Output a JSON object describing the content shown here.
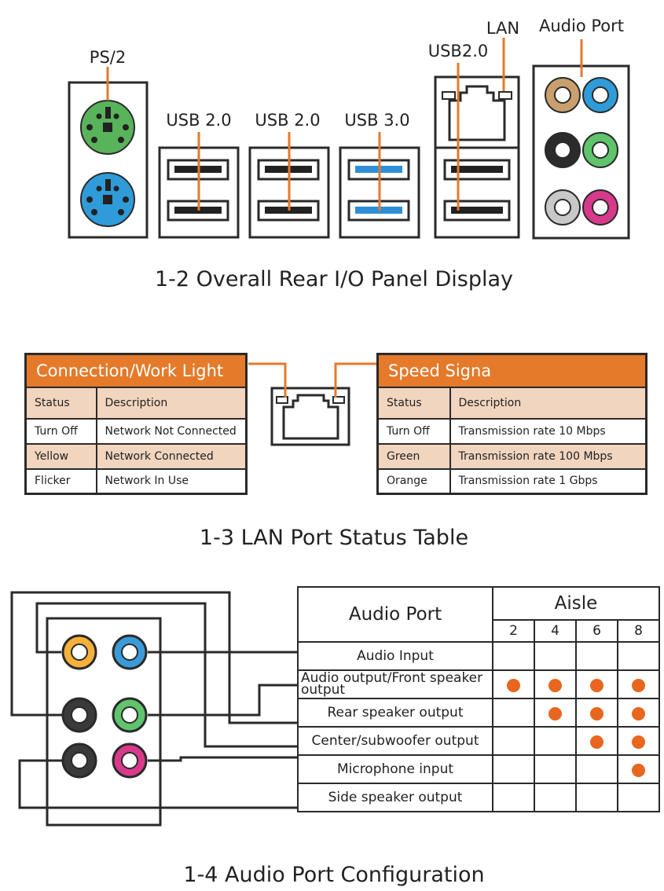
{
  "colors": {
    "accent": "#e47a2a",
    "dot": "#e8661f",
    "shade": "#f1d5bf",
    "usb3": "#2f8fd6"
  },
  "section_rear": {
    "caption": "1-2   Overall Rear I/O Panel Display",
    "labels": {
      "ps2": "PS/2",
      "usb_a": "USB 2.0",
      "usb_b": "USB 2.0",
      "usb_c": "USB 3.0",
      "usb_lan": "USB2.0",
      "lan": "LAN",
      "audio": "Audio Port"
    }
  },
  "section_lan": {
    "caption": "1-3    LAN Port Status Table",
    "link_table": {
      "title": "Connection/Work Light",
      "col_status": "Status",
      "col_desc": "Description",
      "rows": [
        {
          "status": "Turn Off",
          "desc": "Network Not Connected"
        },
        {
          "status": "Yellow",
          "desc": "Network Connected"
        },
        {
          "status": "Flicker",
          "desc": "Network In Use"
        }
      ]
    },
    "speed_table": {
      "title": "Speed Signa",
      "col_status": "Status",
      "col_desc": "Description",
      "rows": [
        {
          "status": "Turn Off",
          "desc": "Transmission rate  10 Mbps"
        },
        {
          "status": "Green",
          "desc": "Transmission rate  100 Mbps"
        },
        {
          "status": "Orange",
          "desc": "Transmission rate  1 Gbps"
        }
      ]
    }
  },
  "section_audio": {
    "caption": "1-4   Audio Port Configuration",
    "header_port": "Audio Port",
    "header_aisle": "Aisle",
    "channels": [
      "2",
      "4",
      "6",
      "8"
    ],
    "rows": [
      {
        "label": "Audio  Input",
        "marks": [
          false,
          false,
          false,
          false
        ]
      },
      {
        "label": "Audio output/Front speaker output",
        "marks": [
          true,
          true,
          true,
          true
        ]
      },
      {
        "label": "Rear speaker output",
        "marks": [
          false,
          true,
          true,
          true
        ]
      },
      {
        "label": "Center/subwoofer output",
        "marks": [
          false,
          false,
          true,
          true
        ]
      },
      {
        "label": "Microphone input",
        "marks": [
          false,
          false,
          false,
          true
        ]
      },
      {
        "label": "Side speaker output",
        "marks": [
          false,
          false,
          false,
          false
        ]
      }
    ]
  }
}
